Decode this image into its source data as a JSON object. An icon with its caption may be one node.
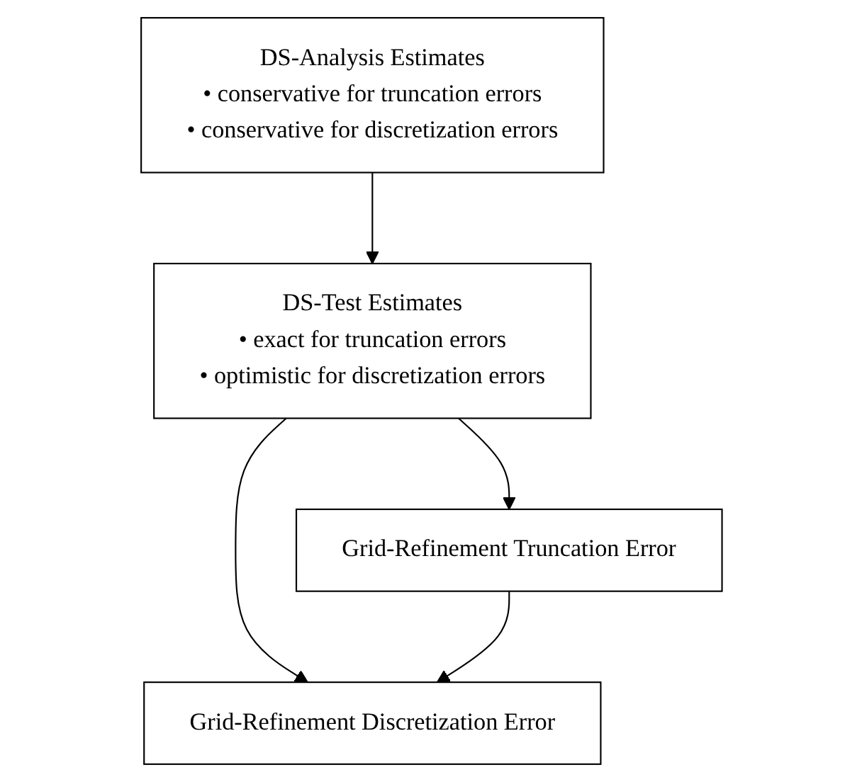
{
  "diagram": {
    "nodes": [
      {
        "text": [
          "DS-Analysis Estimates",
          "• conservative for truncation errors",
          "• conservative for discretization errors"
        ]
      },
      {
        "text": [
          "DS-Test Estimates",
          "• exact for truncation errors",
          "• optimistic for discretization errors"
        ]
      },
      {
        "text": [
          "Grid-Refinement Truncation Error"
        ]
      },
      {
        "text": [
          "Grid-Refinement Discretization Error"
        ]
      }
    ],
    "edges": [
      {
        "from": 0,
        "to": 1,
        "arrow": "to"
      },
      {
        "from": 1,
        "to": 2,
        "arrow": "to"
      },
      {
        "from": 1,
        "to": 3,
        "arrow": "to"
      },
      {
        "from": 2,
        "to": 3,
        "arrow": "to"
      }
    ]
  }
}
